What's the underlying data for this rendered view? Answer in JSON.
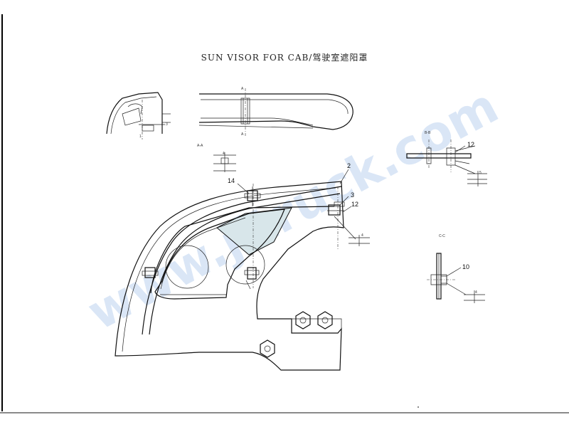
{
  "title": "SUN VISOR FOR CAB/驾驶室遮阳罩",
  "watermark": "www.jltruck.com",
  "section_labels": {
    "a": "A-A",
    "b": "B-B",
    "c": "C-C"
  },
  "callouts": {
    "c1": "1",
    "c2": "2",
    "c3": "3",
    "c4": "4",
    "c5": "5",
    "c10": "10",
    "c12": "12",
    "c14": "14"
  },
  "colors": {
    "line": "#111111",
    "watermark": "#bcd3f0",
    "glass": "#d8e6ea"
  }
}
